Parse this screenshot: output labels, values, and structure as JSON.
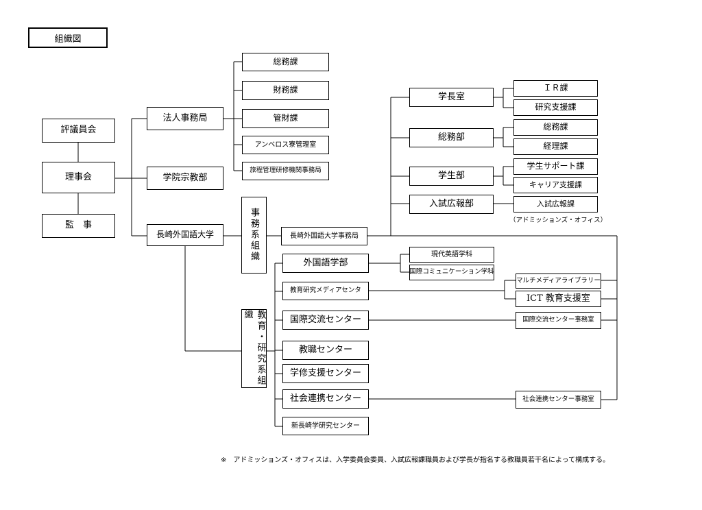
{
  "title": "組織図",
  "governance": {
    "council": "評議員会",
    "board": "理事会",
    "auditor": "監　事"
  },
  "level2": {
    "corporate_office": "法人事務局",
    "religious_dept": "学院宗教部",
    "university": "長崎外国語大学"
  },
  "corporate_units": [
    "総務課",
    "財務課",
    "管財課",
    "アンベロス寮管理室",
    "旅程管理研修機関事務局"
  ],
  "groups": {
    "admin": "事務系組織",
    "edu": "教育・研究系組織"
  },
  "univ_office": "長崎外国語大学事務局",
  "admin_depts": [
    {
      "name": "学長室",
      "units": [
        "ＩＲ課",
        "研究支援課"
      ]
    },
    {
      "name": "総務部",
      "units": [
        "総務課",
        "経理課"
      ]
    },
    {
      "name": "学生部",
      "units": [
        "学生サポート課",
        "キャリア支援課"
      ]
    },
    {
      "name": "入試広報部",
      "units": [
        "入試広報課"
      ]
    }
  ],
  "admissions_caption": "（アドミッションズ・オフィス）",
  "edu_units": {
    "faculty": "外国語学部",
    "departments": [
      "現代英語学科",
      "国際コミュニケーション学科"
    ],
    "media_center": "教育研究メディアセンタ",
    "media_subunits": [
      "マルチメディアライブラリー",
      "ICT 教育支援室"
    ],
    "intl_center": "国際交流センター",
    "intl_office": "国際交流センター事務室",
    "teacher_center": "教職センター",
    "study_center": "学修支援センター",
    "social_center": "社会連携センター",
    "social_office": "社会連携センター事務室",
    "nagasaki_center": "新長崎学研究センター"
  },
  "footnote": "※　アドミッションズ・オフィスは、入学委員会委員、入試広報課職員および学長が指名する教職員若干名によって構成する。"
}
